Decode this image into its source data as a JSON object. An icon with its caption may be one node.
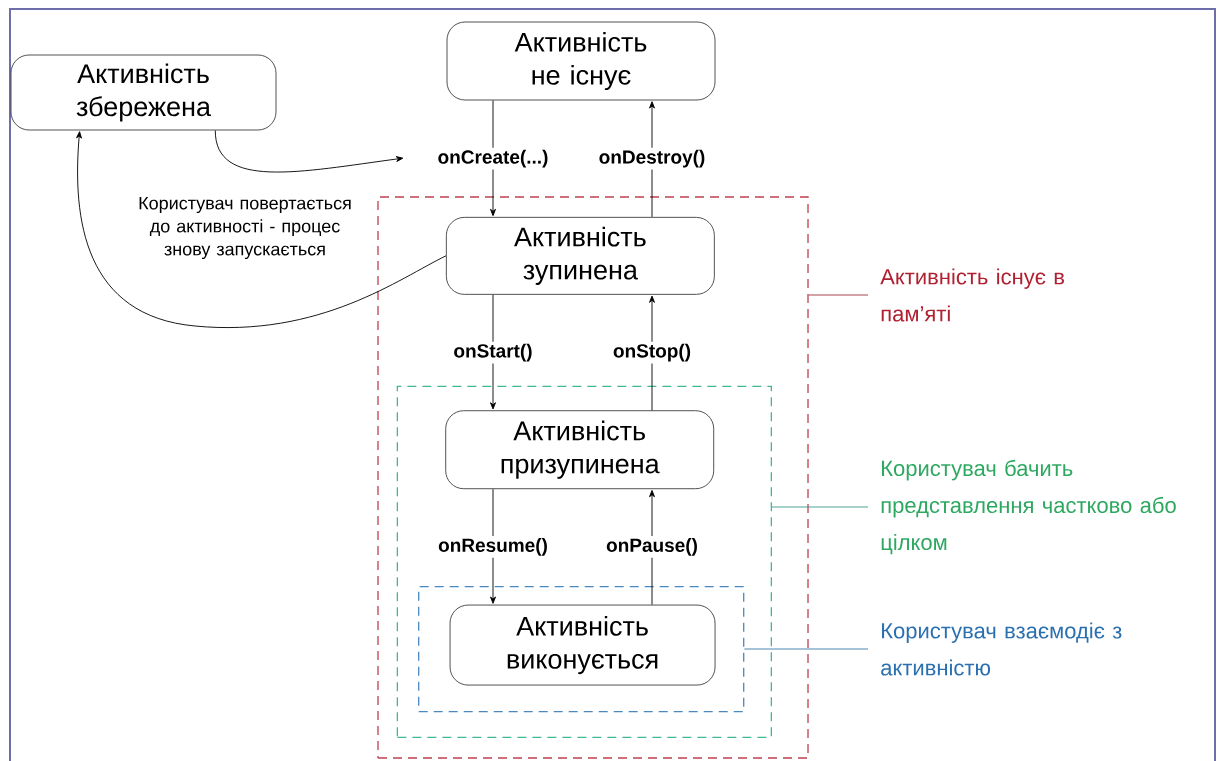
{
  "diagram": {
    "nodes": [
      {
        "text": [
          "Активність збережена"
        ]
      },
      {
        "text": [
          "Активність не існує"
        ]
      },
      {
        "text": [],
        "shape": "box"
      },
      {
        "text": [
          "Активність зупинена"
        ],
        "in": 2
      },
      {
        "text": [],
        "shape": "box",
        "in": 2
      },
      {
        "text": [
          "Активність призупинена"
        ],
        "in": 4
      },
      {
        "text": [],
        "shape": "box",
        "in": 4
      },
      {
        "text": [
          "Активність виконується"
        ],
        "in": 6
      },
      {
        "text": [
          "Активність існує в пам’яті"
        ]
      },
      {
        "text": [
          "Користувач бачить представлення частково або цілком"
        ]
      },
      {
        "text": [
          "Користувач взаємодіє з активністю"
        ]
      }
    ],
    "edges": [
      {
        "from": 1,
        "to": 3,
        "arrow": "to",
        "label": "onCreate(...)"
      },
      {
        "from": 3,
        "to": 1,
        "arrow": "to",
        "label": "onDestroy()"
      },
      {
        "from": 0,
        "to": null,
        "arrow": "to"
      },
      {
        "from": 3,
        "to": 0,
        "arrow": "to",
        "label": "Користувач повертається до активності - процес знову запускається"
      },
      {
        "from": 3,
        "to": 5,
        "arrow": "to",
        "label": "onStart()"
      },
      {
        "from": 5,
        "to": 3,
        "arrow": "to",
        "label": "onStop()"
      },
      {
        "from": 5,
        "to": 7,
        "arrow": "to",
        "label": "onResume()"
      },
      {
        "from": 7,
        "to": 5,
        "arrow": "to",
        "label": "onPause()"
      },
      {
        "from": 8,
        "to": 2,
        "arrow": "none",
        "color": "#a0303c"
      },
      {
        "from": 9,
        "to": 4,
        "arrow": "none",
        "color": "#3a9a8a"
      },
      {
        "from": 10,
        "to": 6,
        "arrow": "none",
        "color": "#3a78a8"
      }
    ]
  }
}
